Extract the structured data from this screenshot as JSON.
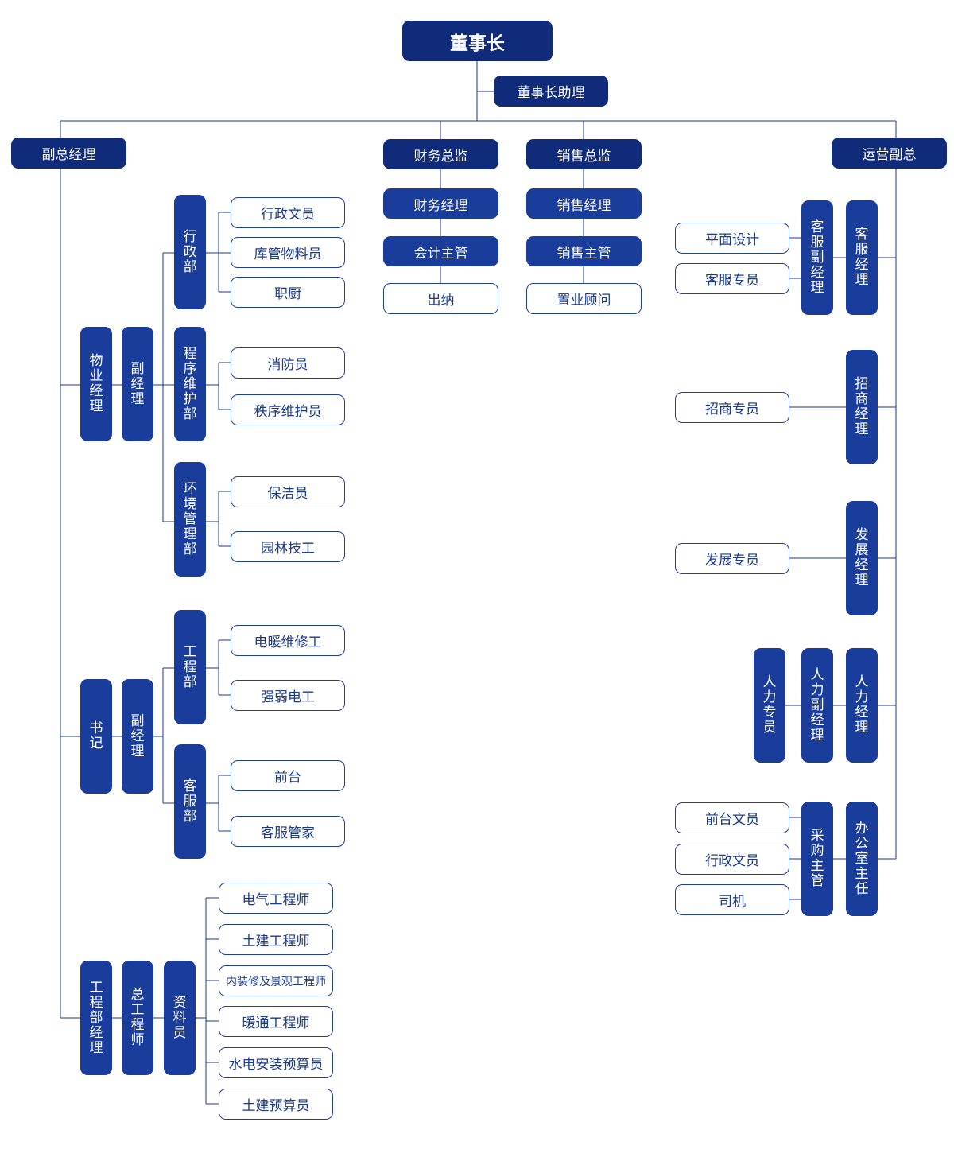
{
  "colors": {
    "dark": "#0f2b7a",
    "mid": "#1a3c9a",
    "outline": "#1f3f96",
    "line": "#1a3a8a"
  },
  "nodes": {
    "chairman": "董事长",
    "chairman_assistant": "董事长助理",
    "deputy_gm": "副总经理",
    "finance_director": "财务总监",
    "finance_manager": "财务经理",
    "accounting_supervisor": "会计主管",
    "cashier": "出纳",
    "sales_director": "销售总监",
    "sales_manager": "销售经理",
    "sales_supervisor": "销售主管",
    "property_consultant": "置业顾问",
    "operations_vp": "运营副总",
    "property_manager": "物业经理",
    "deputy_manager_1": "副经理",
    "admin_dept": "行政部",
    "admin_clerk": "行政文员",
    "warehouse_clerk": "库管物料员",
    "kitchen": "职厨",
    "order_dept": "程序维护部",
    "firefighter": "消防员",
    "order_keeper": "秩序维护员",
    "env_dept": "环境管理部",
    "cleaner": "保洁员",
    "gardener": "园林技工",
    "secretary": "书记",
    "deputy_manager_2": "副经理",
    "eng_dept": "工程部",
    "heating_repair": "电暖维修工",
    "electrician": "强弱电工",
    "cs_dept": "客服部",
    "front_desk": "前台",
    "cs_butler": "客服管家",
    "eng_dept_manager": "工程部经理",
    "chief_engineer": "总工程师",
    "data_clerk": "资料员",
    "electrical_engineer": "电气工程师",
    "civil_engineer": "土建工程师",
    "interior_engineer": "内装修及景观工程师",
    "hvac_engineer": "暖通工程师",
    "plumbing_estimator": "水电安装预算员",
    "civil_estimator": "土建预算员",
    "graphic_design": "平面设计",
    "cs_specialist": "客服专员",
    "cs_deputy_manager": "客服副经理",
    "cs_manager": "客服经理",
    "leasing_specialist": "招商专员",
    "leasing_manager": "招商经理",
    "dev_specialist": "发展专员",
    "dev_manager": "发展经理",
    "hr_specialist": "人力专员",
    "hr_deputy_manager": "人力副经理",
    "hr_manager": "人力经理",
    "reception_clerk": "前台文员",
    "admin_clerk_2": "行政文员",
    "driver": "司机",
    "purchasing_supervisor": "采购主管",
    "office_director": "办公室主任"
  }
}
